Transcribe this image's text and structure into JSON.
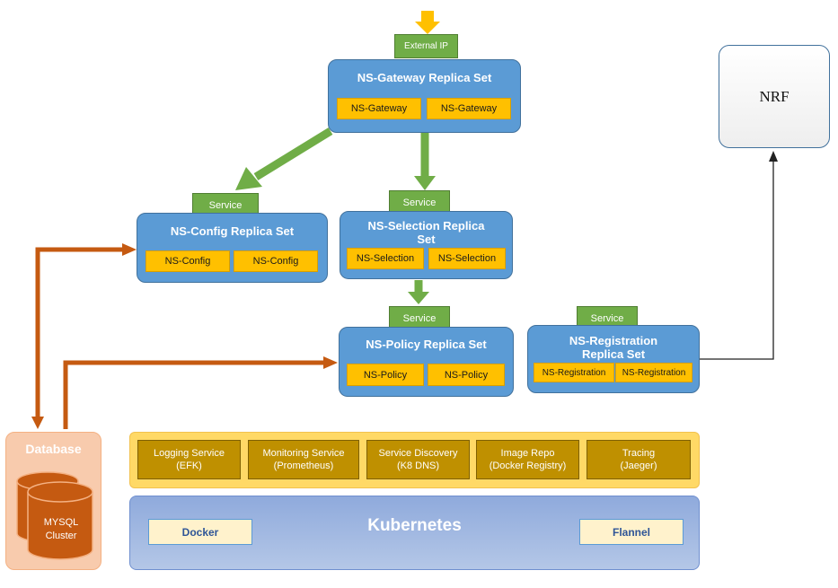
{
  "entry": {
    "label": "External IP"
  },
  "gateway": {
    "title": "NS-Gateway  Replica Set",
    "pods": [
      "NS-Gateway",
      "NS-Gateway"
    ]
  },
  "config": {
    "service": "Service",
    "title": "NS-Config  Replica Set",
    "pods": [
      "NS-Config",
      "NS-Config"
    ]
  },
  "selection": {
    "service": "Service",
    "title_line1": "NS-Selection  Replica",
    "title_line2": "Set",
    "pods": [
      "NS-Selection",
      "NS-Selection"
    ]
  },
  "policy": {
    "service": "Service",
    "title": "NS-Policy  Replica Set",
    "pods": [
      "NS-Policy",
      "NS-Policy"
    ]
  },
  "registration": {
    "service": "Service",
    "title_line1": "NS-Registration",
    "title_line2": "Replica  Set",
    "pods": [
      "NS-Registration",
      "NS-Registration"
    ]
  },
  "nrf": {
    "label": "NRF"
  },
  "database": {
    "title": "Database",
    "cluster_line1": "MYSQL",
    "cluster_line2": "Cluster"
  },
  "infra": {
    "items": [
      {
        "line1": "Logging Service",
        "line2": "(EFK)"
      },
      {
        "line1": "Monitoring Service",
        "line2": "(Prometheus)"
      },
      {
        "line1": "Service Discovery",
        "line2": "(K8 DNS)"
      },
      {
        "line1": "Image Repo",
        "line2": "(Docker Registry)"
      },
      {
        "line1": "Tracing",
        "line2": "(Jaeger)"
      }
    ]
  },
  "kubernetes": {
    "title": "Kubernetes",
    "left_item": "Docker",
    "right_item": "Flannel"
  },
  "colors": {
    "replica_set": "#5b9bd5",
    "pod": "#ffc000",
    "service": "#70ad47",
    "db_arrow": "#c55a11",
    "infra_item": "#bf9000"
  }
}
